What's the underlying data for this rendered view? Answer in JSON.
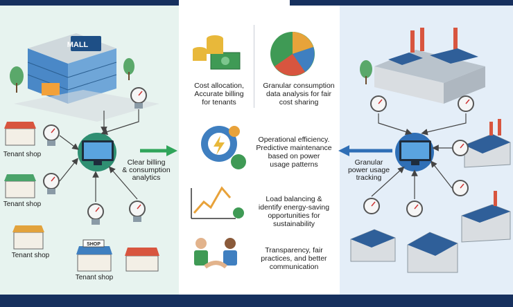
{
  "left": {
    "mall_sign": "MALL",
    "center_label": "Clear billing\n& consumption\nanalytics",
    "tenant_shops": [
      "Tenant shop",
      "Tenant shop",
      "Tenant shop",
      "Tenant shop"
    ],
    "shop_sign": "SHOP"
  },
  "middle": {
    "benefits": [
      {
        "text": "Cost allocation,\nAccurate billing\nfor tenants",
        "icon": "coins-icon"
      },
      {
        "text": "Granular consumption\ndata analysis for fair\ncost sharing",
        "icon": "pie-chart-icon"
      },
      {
        "text": "Operational efficiency.\nPredictive maintenance\nbased on power\nusage patterns",
        "icon": "gear-lightning-icon"
      },
      {
        "text": "Load balancing &\nidentify energy-saving\nopportunities for\nsustainability",
        "icon": "line-chart-plug-icon"
      },
      {
        "text": "Transparency, fair\npractices, and better\ncommunication",
        "icon": "handshake-icon"
      }
    ]
  },
  "right": {
    "center_label": "Granular\npower usage\ntracking"
  },
  "colors": {
    "navy": "#16305e",
    "green_arrow": "#2fa55a",
    "blue_arrow": "#2f6fb6",
    "left_bg": "#e7f3ef",
    "right_bg": "#e4eef8"
  }
}
